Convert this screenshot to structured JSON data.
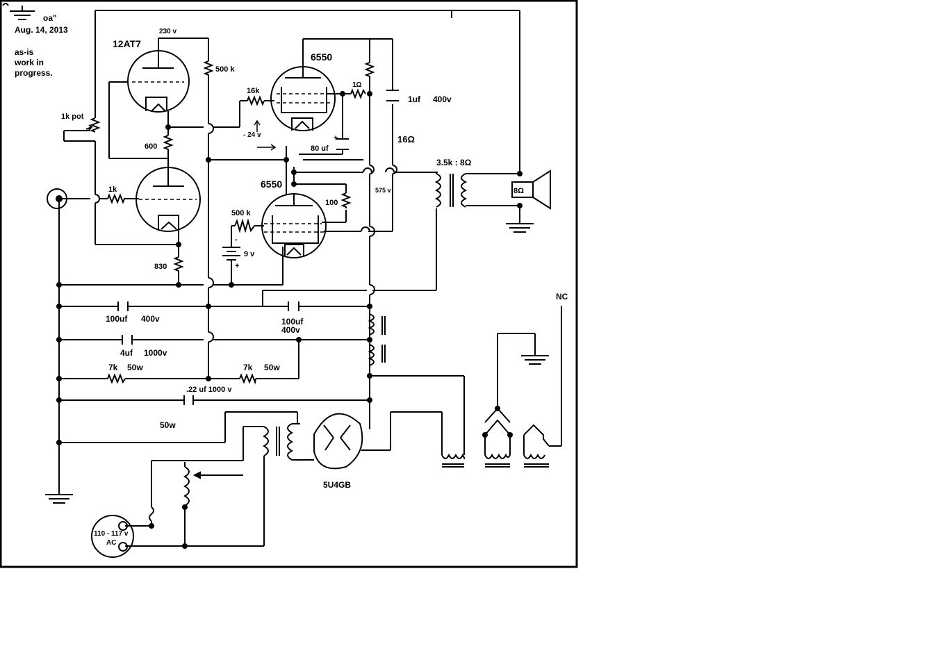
{
  "notes": {
    "title_fragment": "oa\"",
    "date": "Aug. 14, 2013",
    "status_line1": "as-is",
    "status_line2": "work in",
    "status_line3": "progress."
  },
  "tubes": {
    "preamp": "12AT7",
    "output_top": "6550",
    "output_bottom": "6550",
    "rectifier": "5U4GB"
  },
  "labels": {
    "plate_voltage": "230 v",
    "r_500k_top": "500 k",
    "pot_1k": "1k pot",
    "r_16k": "16k",
    "r_1k_top": "1Ω",
    "r_600": "600",
    "bias_neg24": "- 24 v",
    "cap_80uf": "80 uf",
    "cap_1uf": "1uf",
    "cap_1uf_v": "400v",
    "imp_16": "16Ω",
    "transformer_ratio": "3.5k : 8Ω",
    "speaker_imp": "8Ω",
    "r_1k_in": "1k",
    "r_100": "100",
    "v_575": "575 v",
    "r_500k_bot": "500 k",
    "battery_minus": "-",
    "battery_v": "9 v",
    "battery_plus": "+",
    "r_830": "830",
    "cap_100uf_a": "100uf",
    "cap_100uf_a_v": "400v",
    "cap_100uf_b": "100uf",
    "cap_100uf_b_v": "400v",
    "cap_4uf": "4uf",
    "cap_4uf_v": "1000v",
    "r_7k_a": "7k",
    "r_7k_a_w": "50w",
    "r_7k_b": "7k",
    "r_7k_b_w": "50w",
    "cap_022": ".22 uf 1000 v",
    "note_50w": "50w",
    "nc": "NC",
    "ac_voltage": "110 - 117 v",
    "ac": "AC"
  }
}
